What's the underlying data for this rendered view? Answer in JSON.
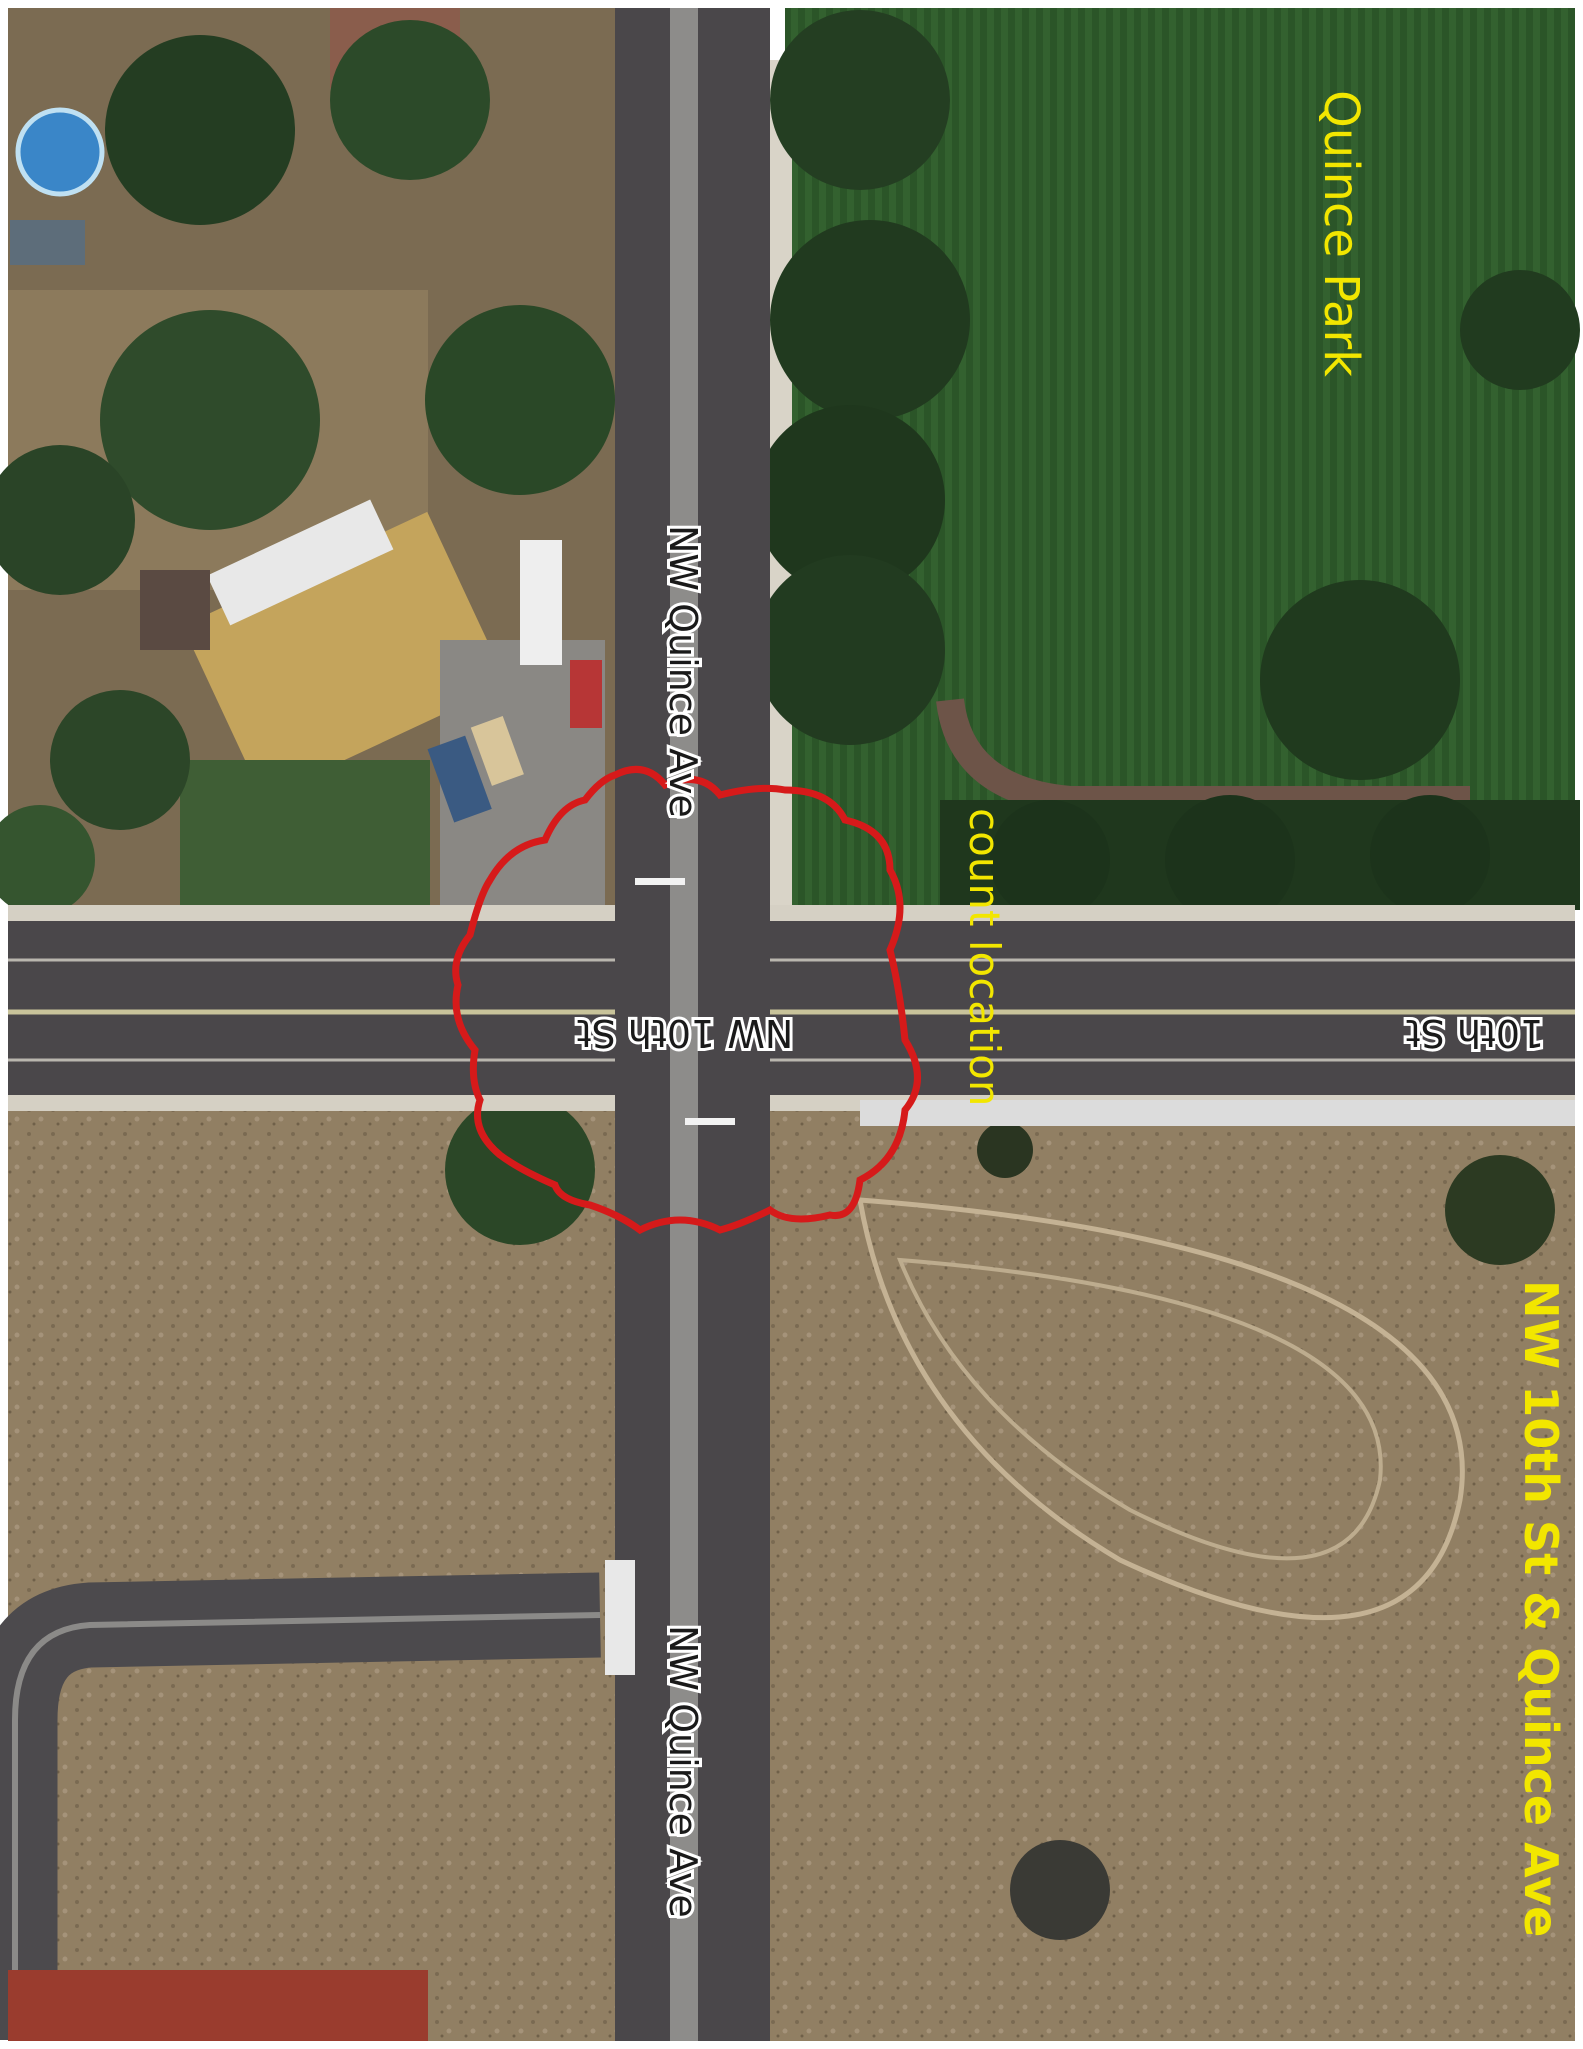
{
  "labels": {
    "park": "Quince Park",
    "count_location": "count location",
    "title": "NW 10th St & Quince Ave",
    "quince_north": "NW Quince Ave",
    "quince_south": "NW Quince Ave",
    "tenth_center": "NW 10th St",
    "tenth_east": "10th St"
  },
  "colors": {
    "annotation_yellow": "#f2e600",
    "count_circle": "#d61a1a",
    "road": "#4a474a",
    "park_grass": "#2f5b2c",
    "dry_field": "#8f7d62"
  }
}
